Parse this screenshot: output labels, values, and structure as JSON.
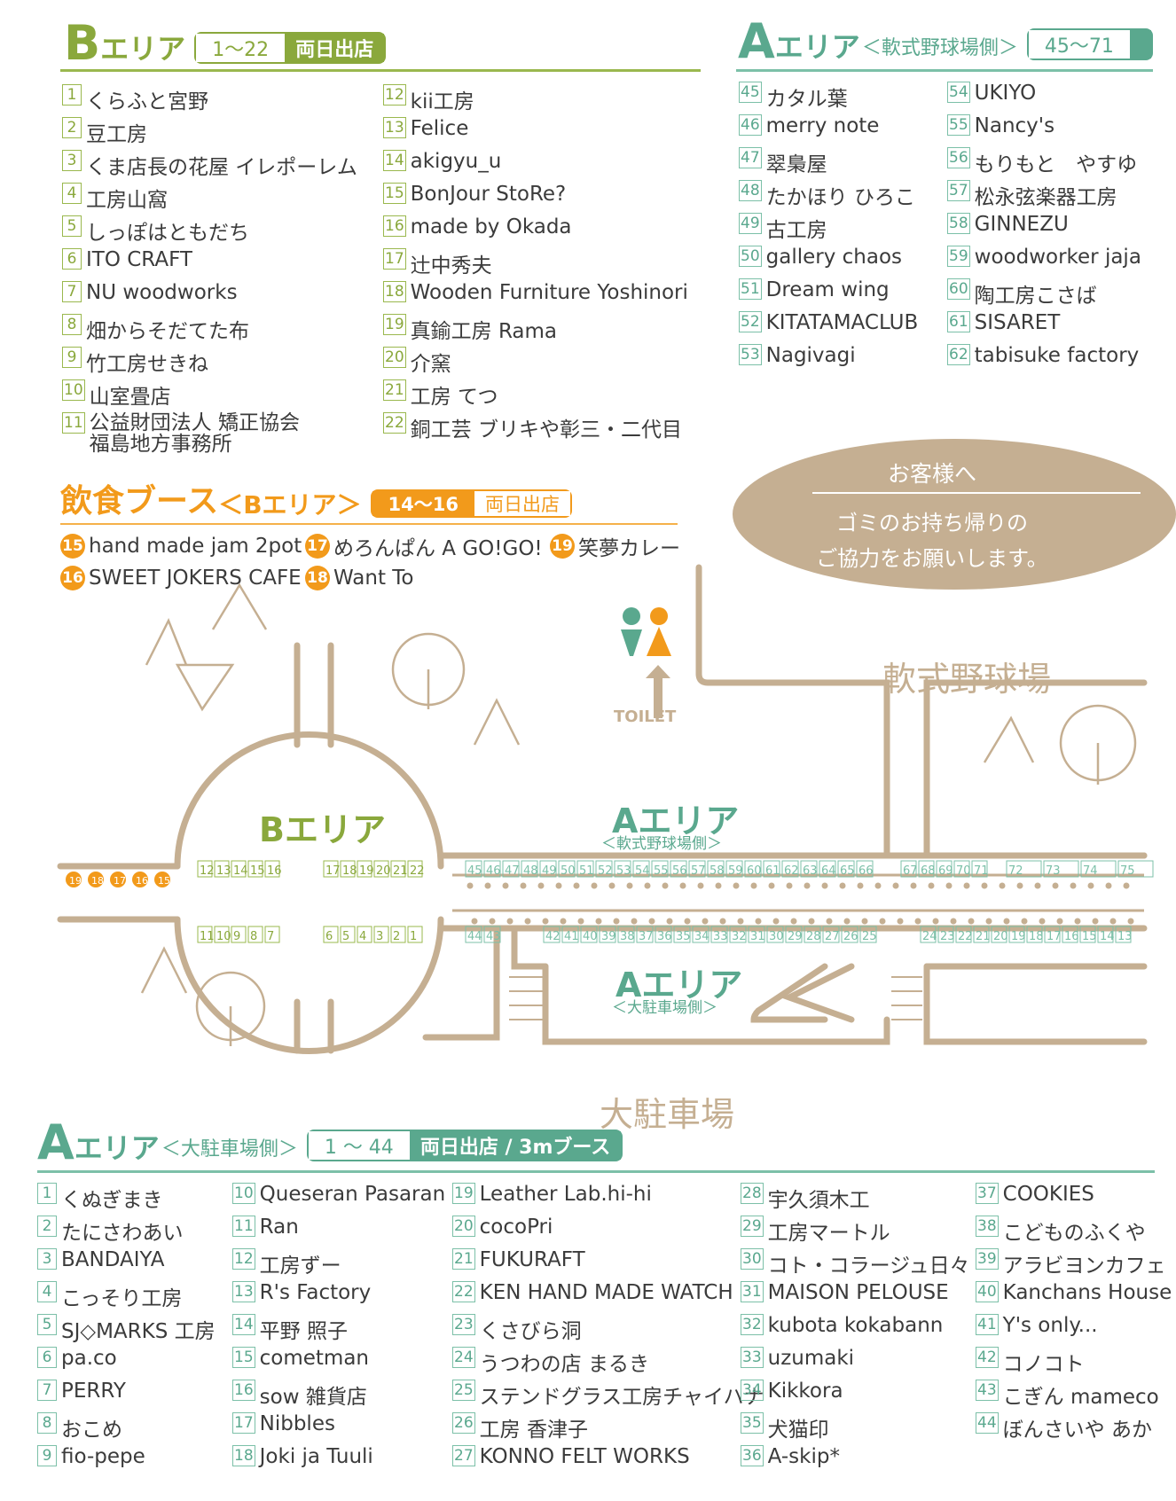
{
  "colors": {
    "a_green": "#5aa88e",
    "b_green": "#8aa83c",
    "food_orange": "#f29a1b",
    "map_tan": "#c5af92"
  },
  "b_area": {
    "letter": "B",
    "title": "エリア",
    "range": "1～22",
    "tag": "両日出店",
    "items": [
      {
        "n": "1",
        "name": "くらふと宮野"
      },
      {
        "n": "2",
        "name": "豆工房"
      },
      {
        "n": "3",
        "name": "くま店長の花屋 イレポーレム"
      },
      {
        "n": "4",
        "name": "工房山窩"
      },
      {
        "n": "5",
        "name": "しっぽはともだち"
      },
      {
        "n": "6",
        "name": "ITO CRAFT"
      },
      {
        "n": "7",
        "name": "NU woodworks"
      },
      {
        "n": "8",
        "name": "畑からそだてた布"
      },
      {
        "n": "9",
        "name": "竹工房せきね"
      },
      {
        "n": "10",
        "name": "山室畳店"
      },
      {
        "n": "11",
        "name": "公益財団法人 矯正協会",
        "name2": "福島地方事務所"
      },
      {
        "n": "12",
        "name": "kii工房"
      },
      {
        "n": "13",
        "name": "Felice"
      },
      {
        "n": "14",
        "name": "akigyu_u"
      },
      {
        "n": "15",
        "name": "BonJour StoRe?"
      },
      {
        "n": "16",
        "name": "made by Okada"
      },
      {
        "n": "17",
        "name": "辻中秀夫"
      },
      {
        "n": "18",
        "name": "Wooden Furniture Yoshinori"
      },
      {
        "n": "19",
        "name": "真鍮工房 Rama"
      },
      {
        "n": "20",
        "name": "介窯"
      },
      {
        "n": "21",
        "name": "工房 てつ"
      },
      {
        "n": "22",
        "name": "銅工芸 ブリキや彰三・二代目"
      }
    ]
  },
  "a_area_baseball": {
    "letter": "A",
    "title": "エリア",
    "sub": "＜軟式野球場側＞",
    "range": "45～71",
    "items": [
      {
        "n": "45",
        "name": "カタル葉"
      },
      {
        "n": "46",
        "name": "merry note"
      },
      {
        "n": "47",
        "name": "翠梟屋"
      },
      {
        "n": "48",
        "name": "たかほり ひろこ"
      },
      {
        "n": "49",
        "name": "古工房"
      },
      {
        "n": "50",
        "name": "gallery chaos"
      },
      {
        "n": "51",
        "name": "Dream wing"
      },
      {
        "n": "52",
        "name": "KITATAMACLUB"
      },
      {
        "n": "53",
        "name": "Nagivagi"
      },
      {
        "n": "54",
        "name": "UKIYO"
      },
      {
        "n": "55",
        "name": "Nancy's"
      },
      {
        "n": "56",
        "name": "もりもと　やすゆ"
      },
      {
        "n": "57",
        "name": "松永弦楽器工房"
      },
      {
        "n": "58",
        "name": "GINNEZU"
      },
      {
        "n": "59",
        "name": "woodworker jaja"
      },
      {
        "n": "60",
        "name": "陶工房こさば"
      },
      {
        "n": "61",
        "name": "SISARET"
      },
      {
        "n": "62",
        "name": "tabisuke factory"
      }
    ]
  },
  "food": {
    "title": "飲食ブース",
    "sub": "＜Bエリア＞",
    "range": "14～16",
    "tag": "両日出店",
    "items": [
      {
        "n": "15",
        "name": "hand made jam 2pot"
      },
      {
        "n": "17",
        "name": "めろんぱん A GO!GO!"
      },
      {
        "n": "19",
        "name": "笑夢カレー"
      },
      {
        "n": "16",
        "name": "SWEET JOKERS CAFE"
      },
      {
        "n": "18",
        "name": "Want To"
      }
    ]
  },
  "notice": {
    "title": "お客様へ",
    "line1": "ゴミのお持ち帰りの",
    "line2": "ご協力をお願いします。"
  },
  "map": {
    "baseball_field": "軟式野球場",
    "parking": "大駐車場",
    "toilet": "TOILET",
    "b_label": "Bエリア",
    "a_label": "Aエリア",
    "a_sub_baseball": "＜軟式野球場側＞",
    "a_sub_parking": "＜大駐車場側＞",
    "food_stalls": [
      "19",
      "18",
      "17",
      "16",
      "15"
    ],
    "b_top": [
      "12",
      "13",
      "14",
      "15",
      "16"
    ],
    "b_top2": [
      "17",
      "18",
      "19",
      "20",
      "21",
      "22"
    ],
    "b_bottom": [
      "11",
      "10",
      "9",
      "8",
      "7"
    ],
    "b_bottom2": [
      "6",
      "5",
      "4",
      "3",
      "2",
      "1"
    ],
    "a_top": [
      "45",
      "46",
      "47",
      "48",
      "49",
      "50",
      "51",
      "52",
      "53",
      "54",
      "55",
      "56",
      "57",
      "58",
      "59",
      "60",
      "61",
      "62",
      "63",
      "64",
      "65",
      "66"
    ],
    "a_top2": [
      "67",
      "68",
      "69",
      "70",
      "71"
    ],
    "a_top3": [
      "72",
      "73",
      "74",
      "75"
    ],
    "a_bottom_left": [
      "44",
      "43"
    ],
    "a_bottom": [
      "42",
      "41",
      "40",
      "39",
      "38",
      "37",
      "36",
      "35",
      "34",
      "33",
      "32",
      "31",
      "30",
      "29",
      "28",
      "27",
      "26",
      "25"
    ],
    "a_bottom2": [
      "24",
      "23",
      "22",
      "21",
      "20",
      "19",
      "18",
      "17",
      "16",
      "15",
      "14",
      "13"
    ]
  },
  "a_area_parking": {
    "letter": "A",
    "title": "エリア",
    "sub": "＜大駐車場側＞",
    "range": "1 ～ 44",
    "tag": "両日出店 / 3mブース",
    "items": [
      {
        "n": "1",
        "name": "くぬぎまき"
      },
      {
        "n": "2",
        "name": "たにさわあい"
      },
      {
        "n": "3",
        "name": " BANDAIYA"
      },
      {
        "n": "4",
        "name": "こっそり工房"
      },
      {
        "n": "5",
        "name": "SJ◇MARKS 工房"
      },
      {
        "n": "6",
        "name": "pa.co"
      },
      {
        "n": "7",
        "name": "PERRY"
      },
      {
        "n": "8",
        "name": "おこめ"
      },
      {
        "n": "9",
        "name": "fio-pepe"
      },
      {
        "n": "10",
        "name": "Queseran Pasaran"
      },
      {
        "n": "11",
        "name": "Ran"
      },
      {
        "n": "12",
        "name": "工房ずー"
      },
      {
        "n": "13",
        "name": "R's Factory"
      },
      {
        "n": "14",
        "name": "平野 照子"
      },
      {
        "n": "15",
        "name": "cometman"
      },
      {
        "n": "16",
        "name": "sow 雑貨店"
      },
      {
        "n": "17",
        "name": "Nibbles"
      },
      {
        "n": "18",
        "name": "Joki ja Tuuli"
      },
      {
        "n": "19",
        "name": "Leather Lab.hi-hi"
      },
      {
        "n": "20",
        "name": "cocoPri"
      },
      {
        "n": "21",
        "name": "FUKURAFT"
      },
      {
        "n": "22",
        "name": "KEN HAND MADE WATCH"
      },
      {
        "n": "23",
        "name": "くさびら洞"
      },
      {
        "n": "24",
        "name": "うつわの店 まるき"
      },
      {
        "n": "25",
        "name": "ステンドグラス工房チャイハナ"
      },
      {
        "n": "26",
        "name": "工房 香津子"
      },
      {
        "n": "27",
        "name": "KONNO FELT WORKS"
      },
      {
        "n": "28",
        "name": "宇久須木工"
      },
      {
        "n": "29",
        "name": "工房マートル"
      },
      {
        "n": "30",
        "name": "コト・コラージュ日々"
      },
      {
        "n": "31",
        "name": " MAISON PELOUSE"
      },
      {
        "n": "32",
        "name": "kubota kokabann"
      },
      {
        "n": "33",
        "name": "uzumaki"
      },
      {
        "n": "34",
        "name": "Kikkora"
      },
      {
        "n": "35",
        "name": "犬猫印"
      },
      {
        "n": "36",
        "name": "A-skip*"
      },
      {
        "n": "37",
        "name": "COOKIES"
      },
      {
        "n": "38",
        "name": "こどものふくや"
      },
      {
        "n": "39",
        "name": "アラビヨンカフェ"
      },
      {
        "n": "40",
        "name": "Kanchans House"
      },
      {
        "n": "41",
        "name": "Y's only..."
      },
      {
        "n": "42",
        "name": "コノコト"
      },
      {
        "n": "43",
        "name": "こぎん mameco"
      },
      {
        "n": "44",
        "name": "ぼんさいや あか"
      }
    ]
  }
}
